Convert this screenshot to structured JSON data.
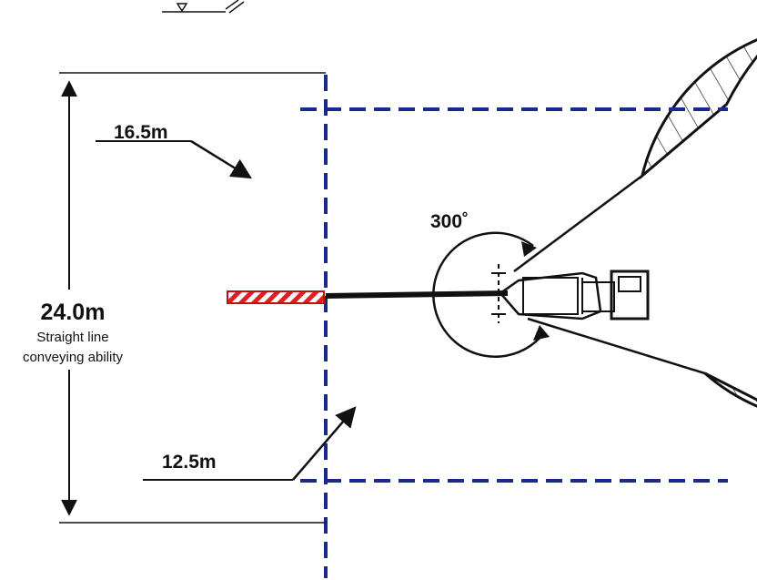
{
  "diagram": {
    "outer_radius_label": "16.5m",
    "inner_radius_label": "12.5m",
    "rotation_label": "300˚",
    "span_label": "24.0m",
    "span_caption_line1": "Straight line",
    "span_caption_line2": "conveying ability",
    "colors": {
      "outline": "#111111",
      "dashed_lines": "#1a2a8a",
      "boom_highlight": "#e02020",
      "background": "#ffffff"
    }
  }
}
